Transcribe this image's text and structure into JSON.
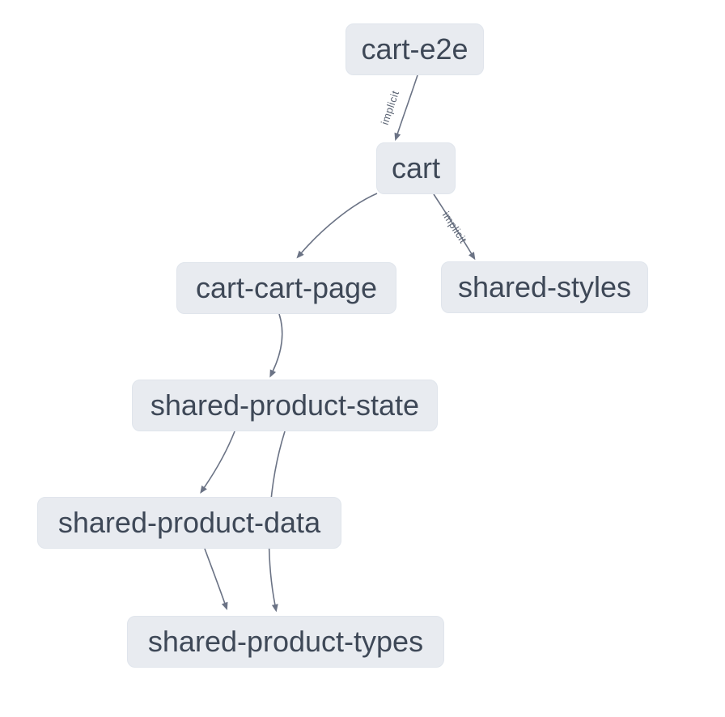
{
  "graph": {
    "nodes": [
      {
        "id": "cart-e2e",
        "label": "cart-e2e"
      },
      {
        "id": "cart",
        "label": "cart"
      },
      {
        "id": "cart-cart-page",
        "label": "cart-cart-page"
      },
      {
        "id": "shared-styles",
        "label": "shared-styles"
      },
      {
        "id": "shared-product-state",
        "label": "shared-product-state"
      },
      {
        "id": "shared-product-data",
        "label": "shared-product-data"
      },
      {
        "id": "shared-product-types",
        "label": "shared-product-types"
      }
    ],
    "edges": [
      {
        "source": "cart-e2e",
        "target": "cart",
        "label": "implicit"
      },
      {
        "source": "cart",
        "target": "cart-cart-page",
        "label": ""
      },
      {
        "source": "cart",
        "target": "shared-styles",
        "label": "implicit"
      },
      {
        "source": "cart-cart-page",
        "target": "shared-product-state",
        "label": ""
      },
      {
        "source": "shared-product-state",
        "target": "shared-product-data",
        "label": ""
      },
      {
        "source": "shared-product-state",
        "target": "shared-product-types",
        "label": ""
      },
      {
        "source": "shared-product-data",
        "target": "shared-product-types",
        "label": ""
      }
    ],
    "colors": {
      "background": "#ffffff",
      "node_fill": "#e8ebf0",
      "node_border": "#e0e5ec",
      "node_text": "#3e4857",
      "edge_stroke": "#6b7385",
      "edge_label_text": "#5b6474"
    }
  }
}
